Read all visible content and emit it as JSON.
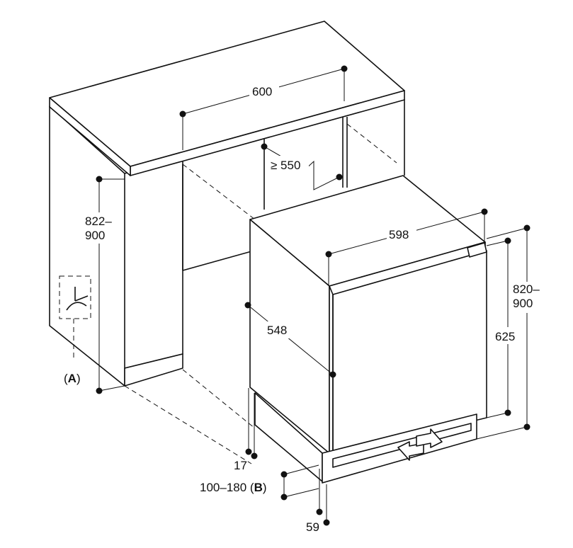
{
  "diagram": {
    "dimensions": {
      "worktop_width": "600",
      "niche_depth": "≥ 550",
      "niche_height_line1": "822–",
      "niche_height_line2": "900",
      "appliance_width": "598",
      "appliance_depth": "548",
      "appliance_height_total_line1": "820–",
      "appliance_height_total_line2": "900",
      "door_height": "625",
      "plinth_setback": "17",
      "plinth_height": "100–180",
      "plinth_depth": "59"
    },
    "callouts": {
      "a_open": "(",
      "a_letter": "A",
      "a_close": ")",
      "b_open": "(",
      "b_letter": "B",
      "b_close": ")"
    }
  }
}
